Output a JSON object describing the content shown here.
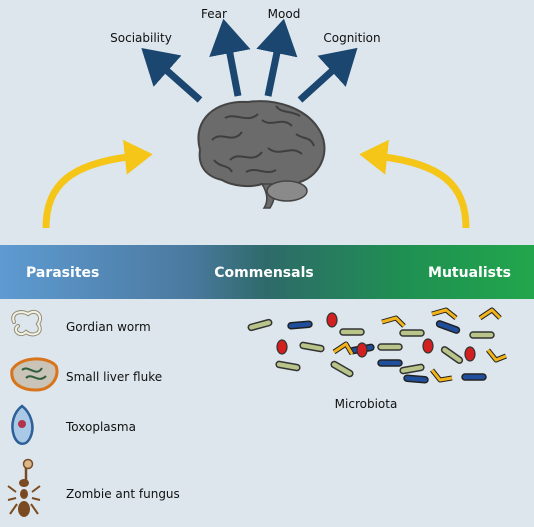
{
  "brain_effects": {
    "sociability": "Sociability",
    "fear": "Fear",
    "mood": "Mood",
    "cognition": "Cognition"
  },
  "spectrum": {
    "left": "Parasites",
    "middle": "Commensals",
    "right": "Mutualists",
    "colors": {
      "left": "#5b98cf",
      "right": "#1fa04a",
      "brain_arrow": "#1b4670",
      "influence_arrow": "#f5c518"
    }
  },
  "organisms": [
    {
      "label": "Gordian worm",
      "icon": "gordian-worm-icon"
    },
    {
      "label": "Small liver fluke",
      "icon": "liver-fluke-icon"
    },
    {
      "label": "Toxoplasma",
      "icon": "toxoplasma-icon"
    },
    {
      "label": "Zombie ant fungus",
      "icon": "zombie-ant-fungus-icon"
    }
  ],
  "microbiota_label": "Microbiota"
}
